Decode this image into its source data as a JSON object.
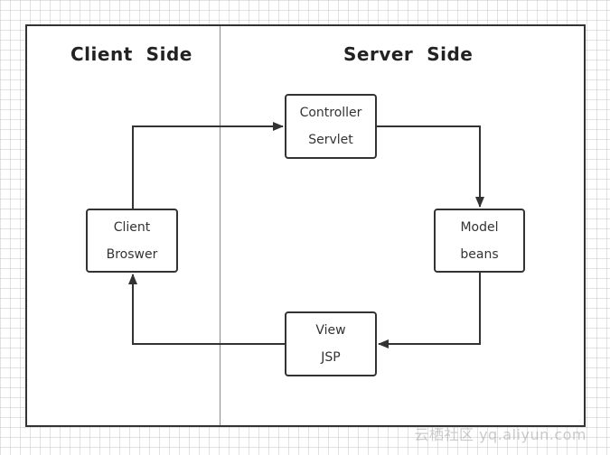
{
  "headings": {
    "client_side": "Client  Side",
    "server_side": "Server  Side"
  },
  "nodes": {
    "controller": {
      "line1": "Controller",
      "line2": "Servlet"
    },
    "model": {
      "line1": "Model",
      "line2": "beans"
    },
    "view": {
      "line1": "View",
      "line2": "JSP"
    },
    "client": {
      "line1": "Client",
      "line2": "Broswer"
    }
  },
  "watermark": "云栖社区 yq.aliyun.com",
  "colors": {
    "stroke": "#333333",
    "divider": "#8a8a8a",
    "grid": "#bebebe",
    "background": "#ffffff"
  }
}
